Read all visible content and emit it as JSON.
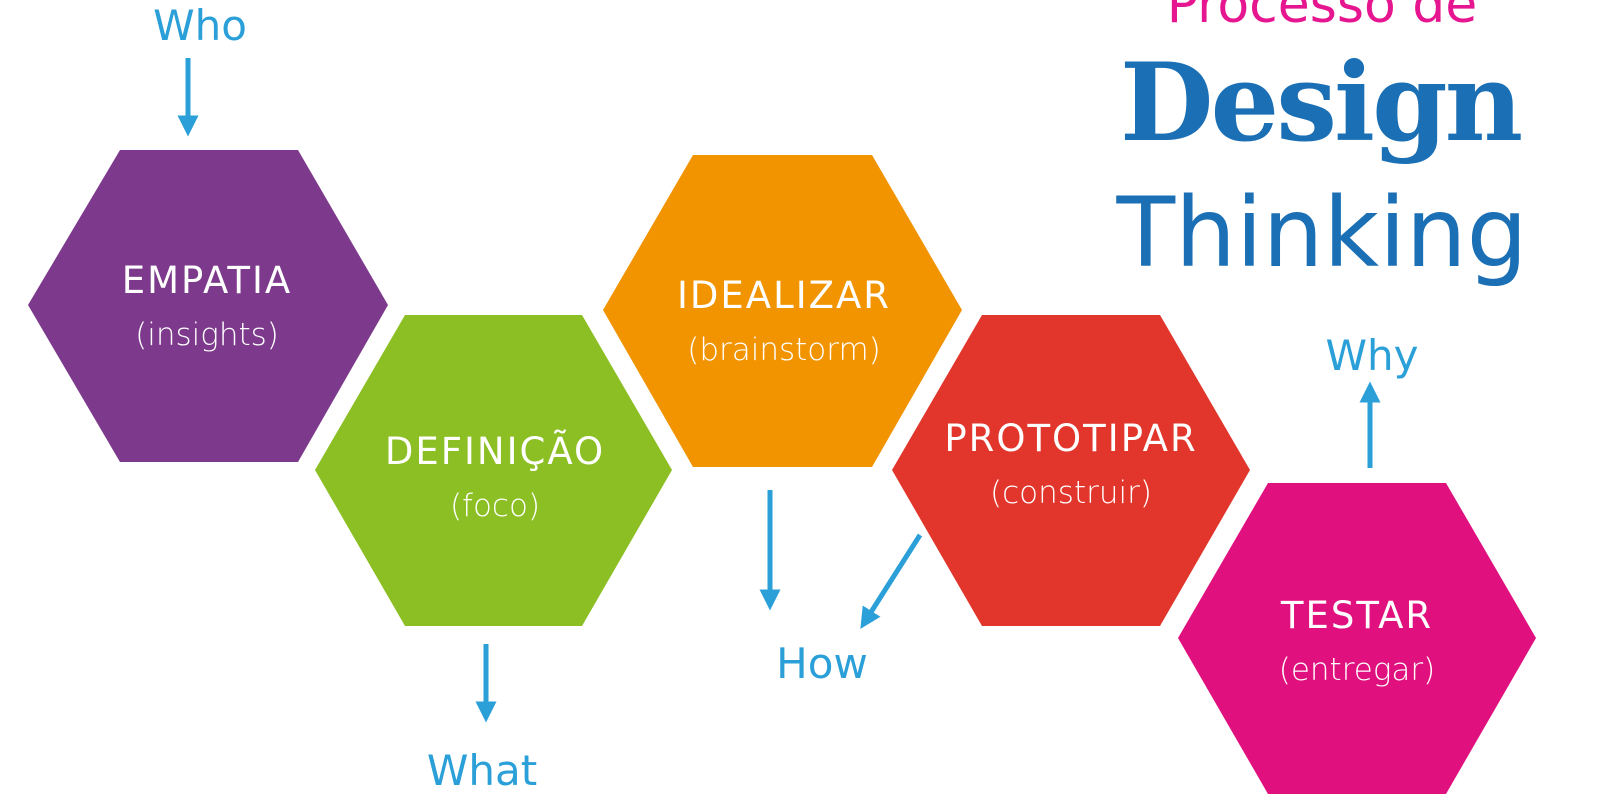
{
  "title": {
    "line1": "Processo de",
    "line2": "Design",
    "line3": "Thinking"
  },
  "colors": {
    "title_pink": "#e5168f",
    "title_blue": "#1b6fb5",
    "arrow_blue": "#2a9fd8"
  },
  "steps": [
    {
      "label": "EMPATIA",
      "sublabel": "(insights)",
      "color": "#7d3a8c"
    },
    {
      "label": "DEFINIÇÃO",
      "sublabel": "(foco)",
      "color": "#8bbf24"
    },
    {
      "label": "IDEALIZAR",
      "sublabel": "(brainstorm)",
      "color": "#f29400"
    },
    {
      "label": "PROTOTIPAR",
      "sublabel": "(construir)",
      "color": "#e2362c"
    },
    {
      "label": "TESTAR",
      "sublabel": "(entregar)",
      "color": "#e0117f"
    }
  ],
  "questions": {
    "who": "Who",
    "what": "What",
    "how": "How",
    "why": "Why"
  }
}
